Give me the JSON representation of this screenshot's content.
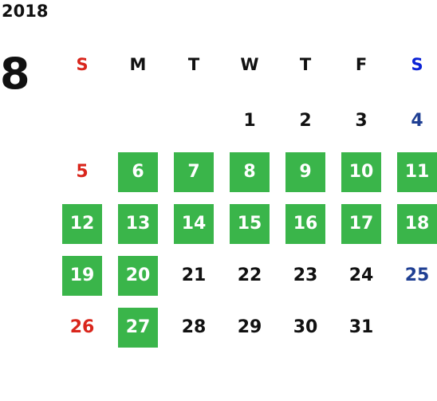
{
  "header": {
    "year": "2018",
    "month": "8"
  },
  "colors": {
    "sunday": "#d9261c",
    "saturday_header": "#0b22d6",
    "saturday": "#1f3f93",
    "highlight_bg": "#3ab54a",
    "highlight_text": "#ffffff",
    "weekday": "#111111"
  },
  "weekdays": [
    "S",
    "M",
    "T",
    "W",
    "T",
    "F",
    "S"
  ],
  "weeks": [
    [
      null,
      null,
      null,
      "1",
      "2",
      "3",
      "4"
    ],
    [
      "5",
      "6",
      "7",
      "8",
      "9",
      "10",
      "11"
    ],
    [
      "12",
      "13",
      "14",
      "15",
      "16",
      "17",
      "18"
    ],
    [
      "19",
      "20",
      "21",
      "22",
      "23",
      "24",
      "25"
    ],
    [
      "26",
      "27",
      "28",
      "29",
      "30",
      "31",
      null
    ]
  ],
  "highlighted_days": [
    "6",
    "7",
    "8",
    "9",
    "10",
    "11",
    "12",
    "13",
    "14",
    "15",
    "16",
    "17",
    "18",
    "19",
    "20",
    "27"
  ]
}
